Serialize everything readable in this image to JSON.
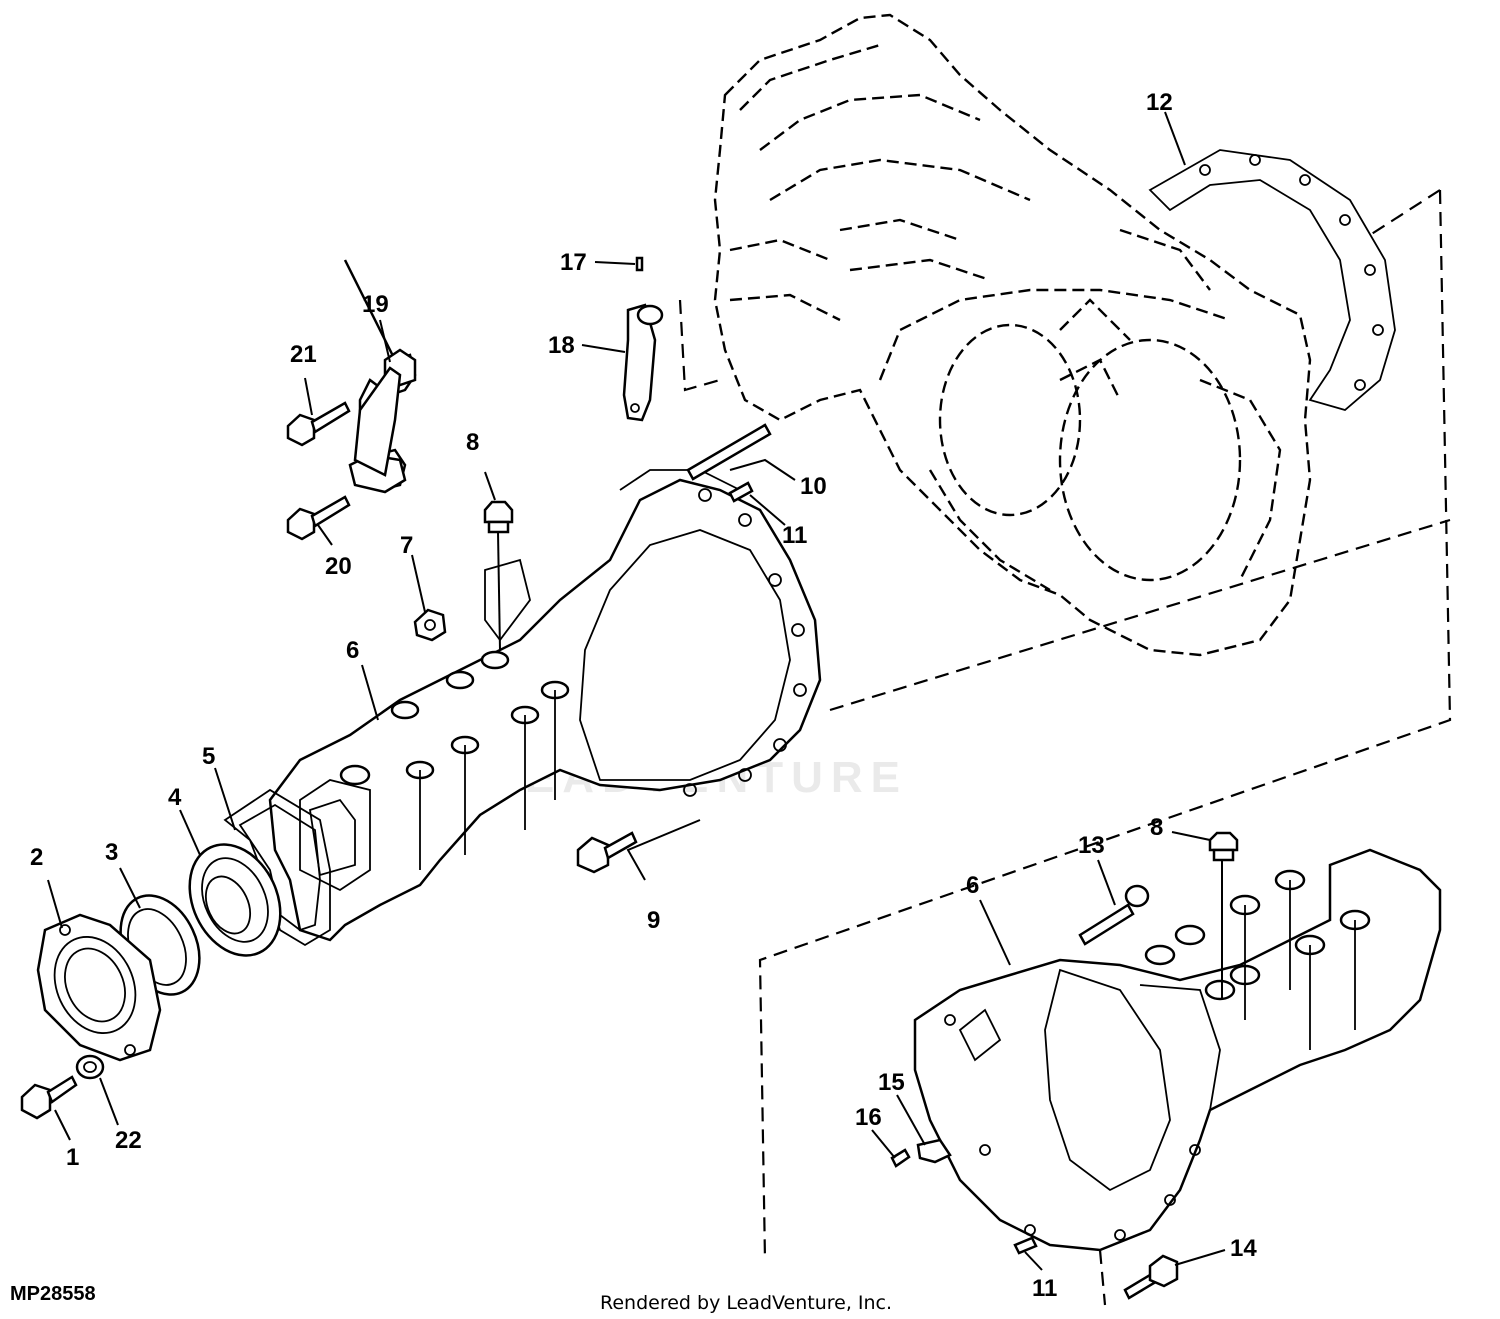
{
  "figure_code": "MP28558",
  "credit": "Rendered by LeadVenture, Inc.",
  "watermark": "LEADVENTURE",
  "labels": [
    "1",
    "2",
    "3",
    "4",
    "5",
    "6",
    "7",
    "8",
    "9",
    "10",
    "11",
    "12",
    "13",
    "6",
    "8",
    "15",
    "16",
    "11",
    "14",
    "17",
    "18",
    "19",
    "20",
    "21",
    "22"
  ]
}
